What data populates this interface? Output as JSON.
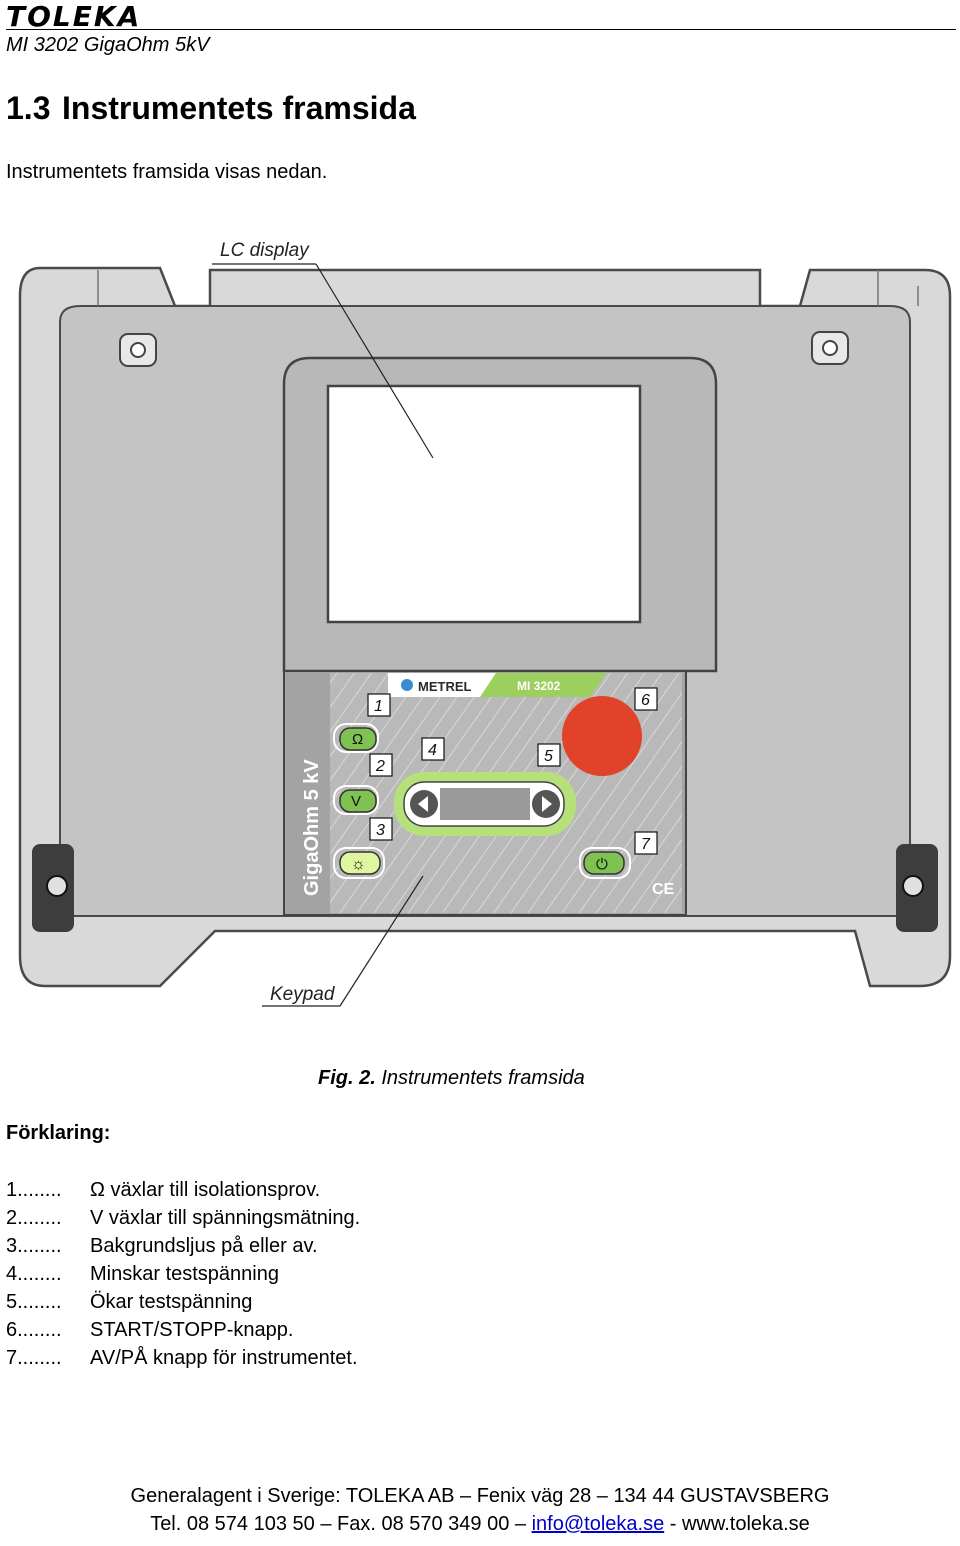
{
  "header": {
    "logo_text": "TOLEKA",
    "doc_title": "MI 3202 GigaOhm 5kV"
  },
  "section": {
    "number": "1.3",
    "title": "Instrumentets framsida",
    "intro": "Instrumentets framsida visas nedan."
  },
  "figure": {
    "callout_lcd": "LC display",
    "callout_keypad": "Keypad",
    "brand": "METREL",
    "model": "MI 3202",
    "side_label": "GigaOhm 5 kV",
    "key_numbers": [
      "1",
      "2",
      "3",
      "4",
      "5",
      "6",
      "7"
    ],
    "key_symbols": {
      "ohm": "Ω",
      "volt": "V",
      "backlight": "☼",
      "power": "⏻",
      "ce": "CE"
    },
    "colors": {
      "body": "#d7d7d7",
      "panel": "#a9a9a9",
      "keypad_green": "#b6e07a",
      "start_button": "#e0432a",
      "button_green": "#7fc251"
    },
    "caption_prefix": "Fig. 2.",
    "caption_text": "Instrumentets framsida"
  },
  "legend": {
    "heading": "Förklaring:",
    "items": [
      {
        "n": "1........",
        "text": "Ω   växlar till isolationsprov."
      },
      {
        "n": "2........",
        "text": "V växlar till spänningsmätning."
      },
      {
        "n": "3........",
        "text": "Bakgrundsljus på eller av."
      },
      {
        "n": "4........",
        "text": "Minskar testspänning"
      },
      {
        "n": "5........",
        "text": "Ökar testspänning"
      },
      {
        "n": "6........",
        "text": "START/STOPP-knapp."
      },
      {
        "n": "7........",
        "text": "AV/PÅ knapp för instrumentet."
      }
    ]
  },
  "footer": {
    "line1": "Generalagent i Sverige: TOLEKA AB – Fenix väg 28 – 134 44 GUSTAVSBERG",
    "line2_prefix": "Tel. 08 574 103 50 – Fax. 08 570 349 00 – ",
    "email": "info@toleka.se",
    "line2_suffix": " - www.toleka.se"
  }
}
